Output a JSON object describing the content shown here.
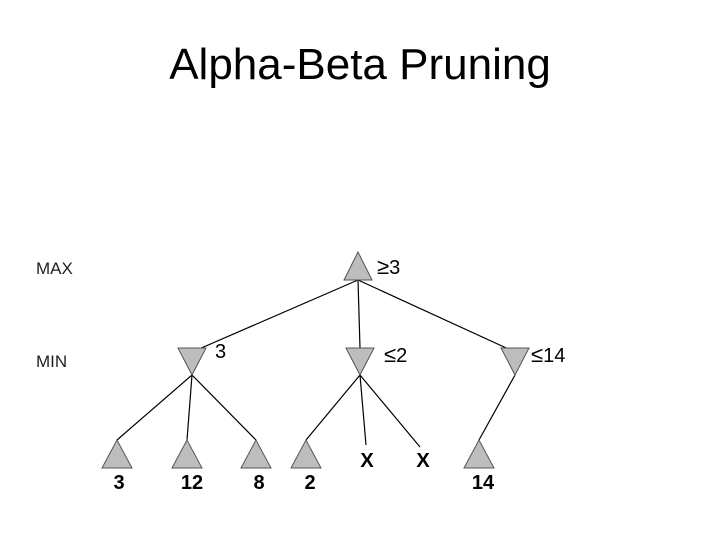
{
  "title": "Alpha-Beta Pruning",
  "levels": {
    "max": "MAX",
    "min": "MIN"
  },
  "root": {
    "bound": "3"
  },
  "min_nodes": [
    {
      "bound": "3"
    },
    {
      "bound": "2"
    },
    {
      "bound": "14"
    }
  ],
  "leaves": [
    "3",
    "12",
    "8",
    "2",
    "14"
  ],
  "pruned": [
    "X",
    "X"
  ],
  "colors": {
    "node_fill": "#bdbdbd",
    "node_stroke": "#555555"
  }
}
